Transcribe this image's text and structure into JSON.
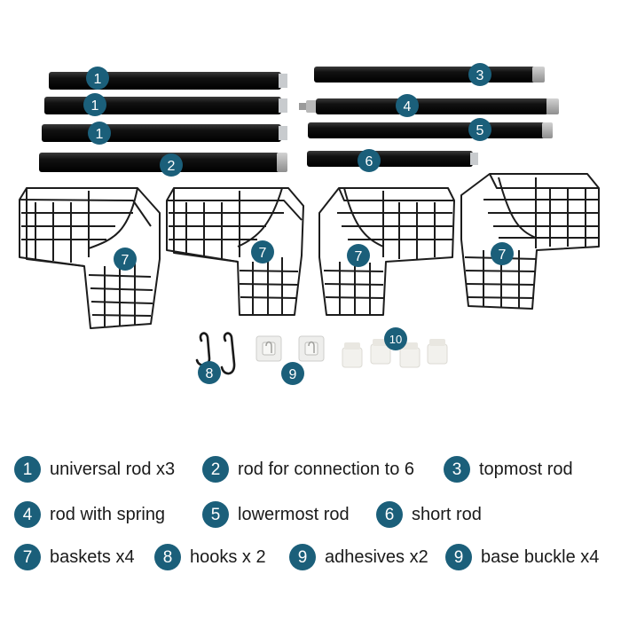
{
  "colors": {
    "badge": "#1b5f7a",
    "rod": "#161616",
    "cap": "#a8a8a8",
    "metal_tip": "#c8cbce",
    "wire": "#1c1c1c",
    "clear_plastic": "#e8e8e6",
    "white_part": "#f2f1ed"
  },
  "parts": {
    "rods": [
      {
        "id": "rod-1a",
        "badge": "1"
      },
      {
        "id": "rod-1b",
        "badge": "1"
      },
      {
        "id": "rod-1c",
        "badge": "1"
      },
      {
        "id": "rod-2",
        "badge": "2"
      },
      {
        "id": "rod-3",
        "badge": "3"
      },
      {
        "id": "rod-4",
        "badge": "4"
      },
      {
        "id": "rod-5",
        "badge": "5"
      },
      {
        "id": "rod-6",
        "badge": "6"
      }
    ],
    "baskets": [
      {
        "id": "basket-1",
        "badge": "7"
      },
      {
        "id": "basket-2",
        "badge": "7"
      },
      {
        "id": "basket-3",
        "badge": "7"
      },
      {
        "id": "basket-4",
        "badge": "7"
      }
    ],
    "hooks_badge": "8",
    "adhesives_badge": "9",
    "base_buckles_badge": "10"
  },
  "legend": [
    {
      "number": "1",
      "label": "universal rod x3"
    },
    {
      "number": "2",
      "label": "rod for connection to 6"
    },
    {
      "number": "3",
      "label": "topmost rod"
    },
    {
      "number": "4",
      "label": "rod with spring"
    },
    {
      "number": "5",
      "label": "lowermost rod"
    },
    {
      "number": "6",
      "label": "short rod"
    },
    {
      "number": "7",
      "label": "baskets x4"
    },
    {
      "number": "8",
      "label": "hooks x 2"
    },
    {
      "number": "9",
      "label": "adhesives x2"
    },
    {
      "number": "9",
      "label": "base buckle x4"
    }
  ]
}
